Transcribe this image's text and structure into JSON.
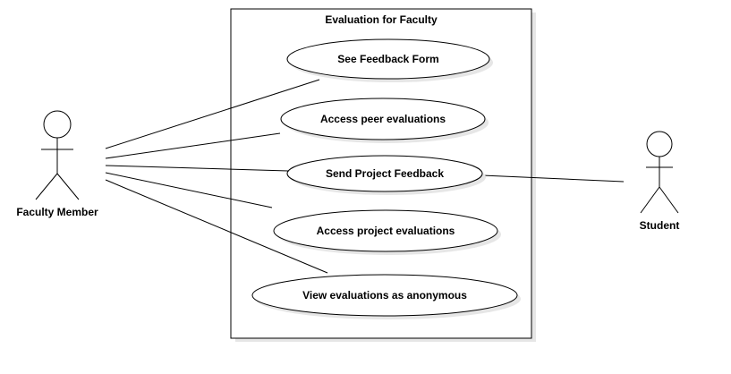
{
  "system": {
    "title": "Evaluation for Faculty"
  },
  "actors": [
    {
      "id": "faculty",
      "label": "Faculty Member"
    },
    {
      "id": "student",
      "label": "Student"
    }
  ],
  "use_cases": [
    {
      "id": "uc1",
      "label": "See Feedback Form"
    },
    {
      "id": "uc2",
      "label": "Access peer evaluations"
    },
    {
      "id": "uc3",
      "label": "Send Project Feedback"
    },
    {
      "id": "uc4",
      "label": "Access project evaluations"
    },
    {
      "id": "uc5",
      "label": "View evaluations as anonymous"
    }
  ],
  "associations": [
    {
      "from": "faculty",
      "to": "uc1"
    },
    {
      "from": "faculty",
      "to": "uc2"
    },
    {
      "from": "faculty",
      "to": "uc3"
    },
    {
      "from": "faculty",
      "to": "uc4"
    },
    {
      "from": "faculty",
      "to": "uc5"
    },
    {
      "from": "student",
      "to": "uc3"
    }
  ]
}
